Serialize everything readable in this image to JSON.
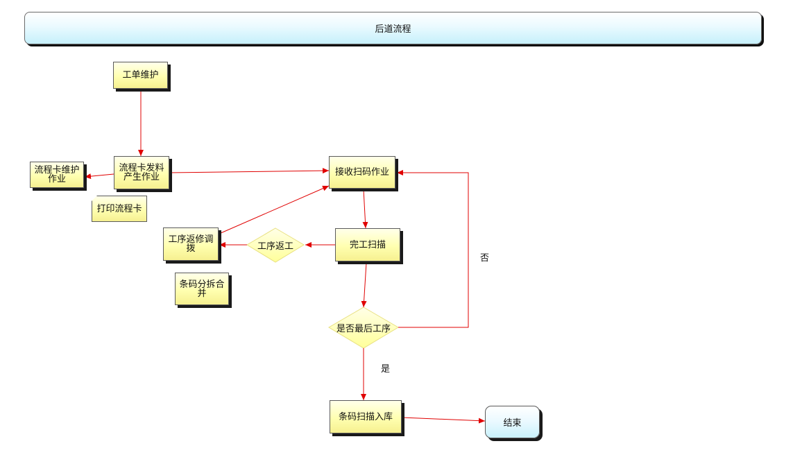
{
  "header": {
    "title": "后道流程"
  },
  "nodes": {
    "work_order": "工单维护",
    "card_issue": "流程卡发料产生作业",
    "card_maintain": "流程卡维护作业",
    "print_card": "打印流程卡",
    "receive_scan": "接收扫码作业",
    "finish_scan": "完工扫描",
    "rework_decision": "工序返工",
    "rework_adjust": "工序返修调拨",
    "split_merge": "条码分拆合并",
    "last_step_decision": "是否最后工序",
    "warehouse_scan": "条码扫描入库",
    "end": "结束"
  },
  "edge_labels": {
    "no": "否",
    "yes": "是"
  },
  "colors": {
    "edge": "#e00000",
    "decision_fill": "#ffff99",
    "process_fill": "#ffffb0"
  }
}
